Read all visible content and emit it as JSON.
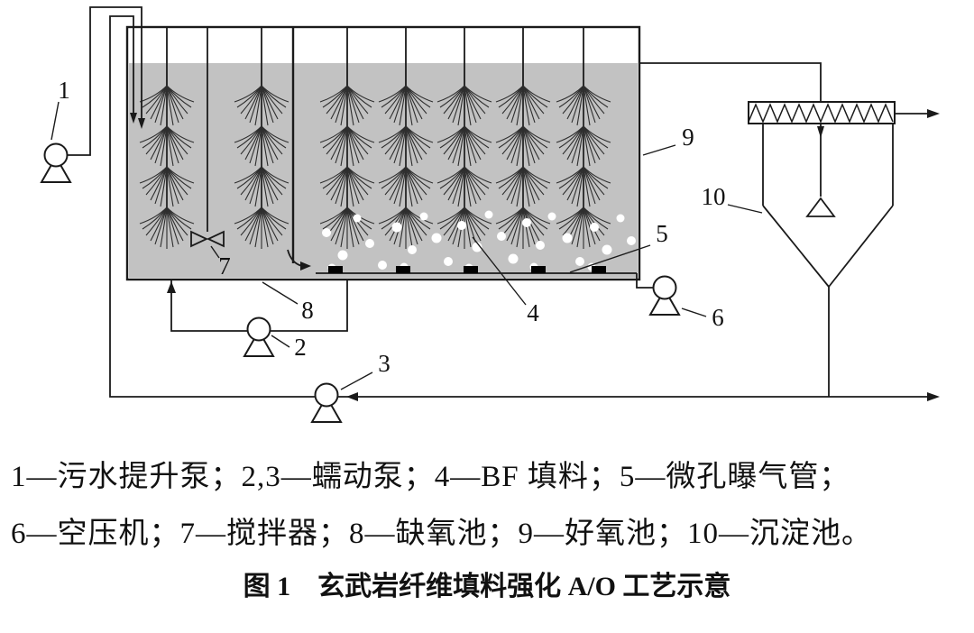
{
  "figure": {
    "type": "process-flow-diagram",
    "title": "图 1　玄武岩纤维填料强化 A/O 工艺示意",
    "legend_line1": "1—污水提升泵；2,3—蠕动泵；4—BF 填料；5—微孔曝气管；",
    "legend_line2": "6—空压机；7—搅拌器；8—缺氧池；9—好氧池；10—沉淀池。",
    "components": [
      {
        "num": "1",
        "name": "污水提升泵"
      },
      {
        "num": "2,3",
        "name": "蠕动泵"
      },
      {
        "num": "4",
        "name": "BF 填料"
      },
      {
        "num": "5",
        "name": "微孔曝气管"
      },
      {
        "num": "6",
        "name": "空压机"
      },
      {
        "num": "7",
        "name": "搅拌器"
      },
      {
        "num": "8",
        "name": "缺氧池"
      },
      {
        "num": "9",
        "name": "好氧池"
      },
      {
        "num": "10",
        "name": "沉淀池"
      }
    ],
    "labels": {
      "n1": "1",
      "n2": "2",
      "n3": "3",
      "n4": "4",
      "n5": "5",
      "n6": "6",
      "n7": "7",
      "n8": "8",
      "n9": "9",
      "n10": "10"
    },
    "colors": {
      "water": "#c2c2c2",
      "line": "#1a1a1a",
      "diffuser": "#000000",
      "bubble": "#ffffff"
    }
  }
}
